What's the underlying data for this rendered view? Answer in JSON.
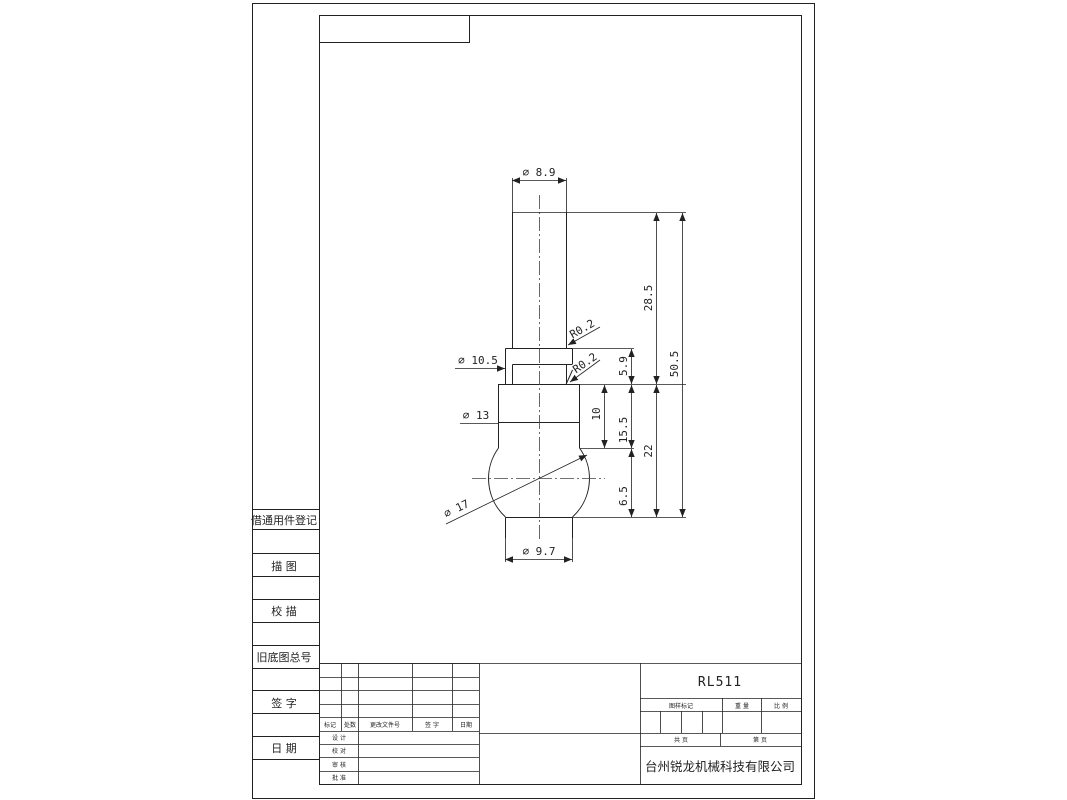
{
  "dimensions": {
    "dia_top": "∅ 8.9",
    "dia_collar": "∅ 10.5",
    "dia_body": "∅ 13",
    "dia_ball": "∅ 17",
    "dia_bottom": "∅ 9.7",
    "radius_1": "R0.2",
    "radius_2": "R0.2",
    "len_285": "28.5",
    "len_505": "50.5",
    "len_59": "5.9",
    "len_10": "10",
    "len_155": "15.5",
    "len_22": "22",
    "len_65": "6.5"
  },
  "left_column": {
    "row1": "借通用件登记",
    "row2": "描 图",
    "row3": "校 描",
    "row4": "旧底图总号",
    "row5": "签 字",
    "row6": "日 期"
  },
  "revision_table": {
    "header": [
      "标记",
      "处数",
      "更改文件号",
      "签 字",
      "日期"
    ],
    "roles": [
      "设 计",
      "校 对",
      "审 核",
      "批 准"
    ]
  },
  "title_block": {
    "part_number": "RL511",
    "drawing_mark": "图样标记",
    "weight": "重 量",
    "scale": "比 例",
    "total": "共 页",
    "sheet": "第 页",
    "company": "台州锐龙机械科技有限公司"
  }
}
